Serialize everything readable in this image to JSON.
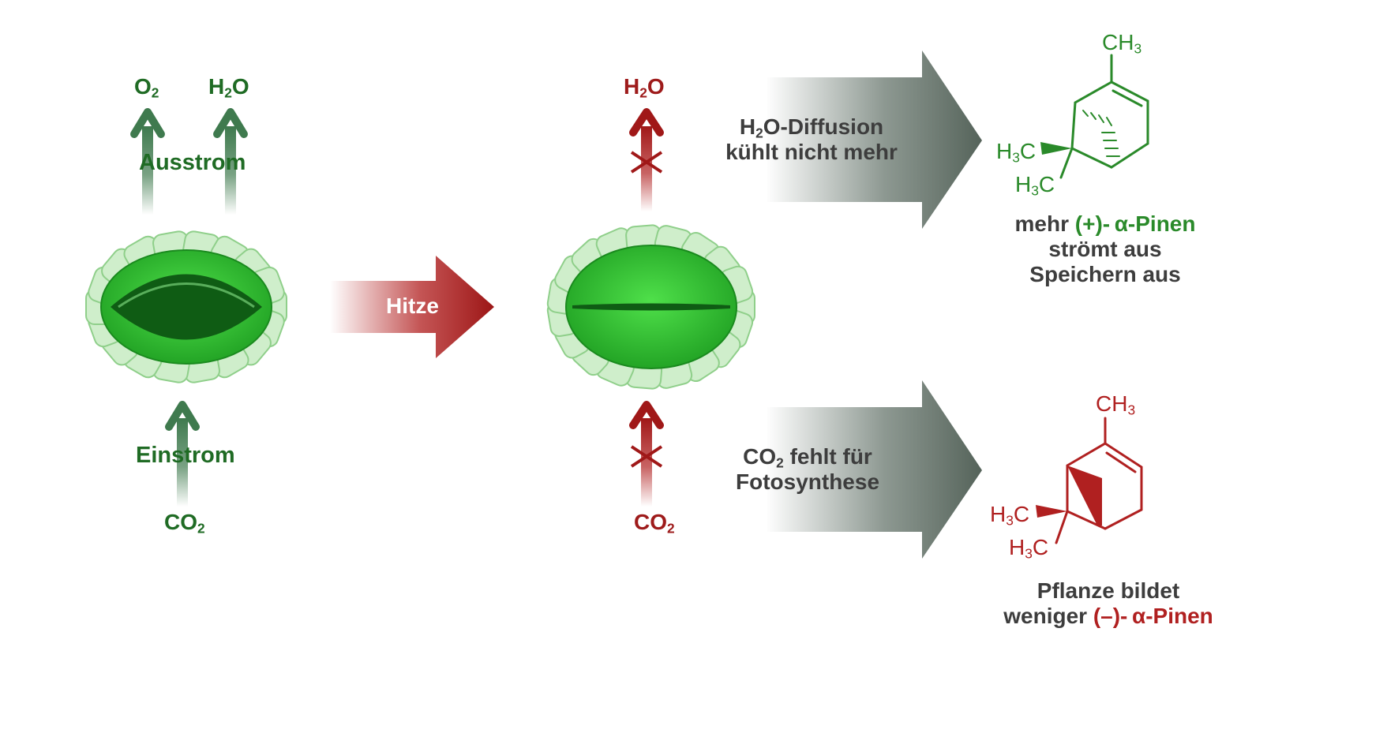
{
  "colors": {
    "green": "#1f6b24",
    "red": "#9e1b1b",
    "gray": "#4a4a4a",
    "leaf_green": "#2fb52f",
    "cell": "#cfeecb"
  },
  "left": {
    "out_labels": [
      {
        "base": "O",
        "sub": "2",
        "tail": ""
      },
      {
        "base": "H",
        "sub": "2",
        "tail": "O"
      }
    ],
    "outflow": "Ausstrom",
    "inflow": "Einstrom",
    "in_label": {
      "base": "CO",
      "sub": "2",
      "tail": ""
    }
  },
  "heat_label": "Hitze",
  "middle": {
    "out_label": {
      "base": "H",
      "sub": "2",
      "tail": "O"
    },
    "in_label": {
      "base": "CO",
      "sub": "2",
      "tail": ""
    }
  },
  "arrows": {
    "top": {
      "line1_sub": "2",
      "line1_pre": "H",
      "line1_post": "O-Diffusion",
      "line2": "kühlt nicht mehr"
    },
    "bottom": {
      "line1_pre": "CO",
      "line1_sub": "2",
      "line1_post": " fehlt für",
      "line2": "Fotosynthese"
    }
  },
  "molecules": {
    "top": {
      "ch3": {
        "base": "CH",
        "sub": "3"
      },
      "h3c_a": {
        "pre": "H",
        "sub": "3",
        "post": "C"
      },
      "h3c_b": {
        "pre": "H",
        "sub": "3",
        "post": "C"
      },
      "caption_pre": "mehr ",
      "caption_highlight": "(+)- α-Pinen",
      "caption_line2": "strömt aus",
      "caption_line3": "Speichern aus"
    },
    "bottom": {
      "ch3": {
        "base": "CH",
        "sub": "3"
      },
      "h3c_a": {
        "pre": "H",
        "sub": "3",
        "post": "C"
      },
      "h3c_b": {
        "pre": "H",
        "sub": "3",
        "post": "C"
      },
      "caption_line1": "Pflanze bildet",
      "caption_pre": "weniger ",
      "caption_highlight": "(–)- α-Pinen"
    }
  }
}
